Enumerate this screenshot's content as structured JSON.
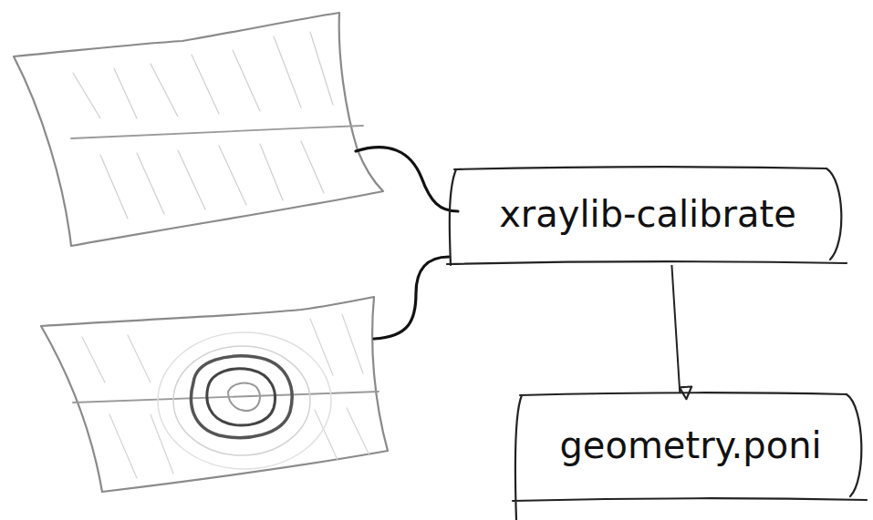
{
  "diagram": {
    "nodes": [
      {
        "text": [
          "xraylib-calibrate"
        ]
      },
      {
        "text": [
          "geometry.poni"
        ]
      }
    ],
    "edges": [
      {
        "from": 0,
        "to": 1,
        "arrow": "to"
      }
    ]
  }
}
